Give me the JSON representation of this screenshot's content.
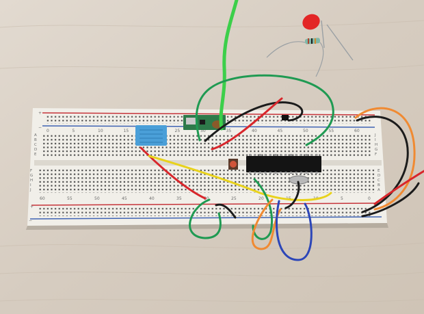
{
  "breadboard": {
    "top_numbers": [
      "0",
      "5",
      "10",
      "15",
      "20",
      "25",
      "30",
      "35",
      "40",
      "45",
      "50",
      "55",
      "60"
    ],
    "bottom_numbers": [
      "60",
      "55",
      "50",
      "45",
      "40",
      "35",
      "30",
      "25",
      "20",
      "15",
      "10",
      "5",
      "0"
    ],
    "top_row_letters": [
      "A",
      "B",
      "C",
      "D",
      "E"
    ],
    "right_row_letters_top": [
      "J",
      "I",
      "H",
      "G",
      "F"
    ],
    "left_row_letters_bottom": [
      "F",
      "G",
      "H",
      "I",
      "J"
    ],
    "right_row_letters_bottom": [
      "E",
      "D",
      "C",
      "B",
      "A"
    ],
    "rail_plus": "+",
    "rail_minus": "−"
  },
  "colors": {
    "table": "#d8cfc4",
    "board": "#f1efe9",
    "rail_red": "#c6343a",
    "rail_blue": "#3f63b3",
    "wire_green": "#1f9a52",
    "wire_red": "#d8262b",
    "wire_black": "#1b1b1b",
    "wire_yellow": "#e8d21c",
    "wire_orange": "#f08a32",
    "wire_blue": "#2c46b8",
    "wire_bright_green": "#3ccf4a",
    "sensor_blue": "#4a9fd8",
    "led_red": "#e32626"
  }
}
